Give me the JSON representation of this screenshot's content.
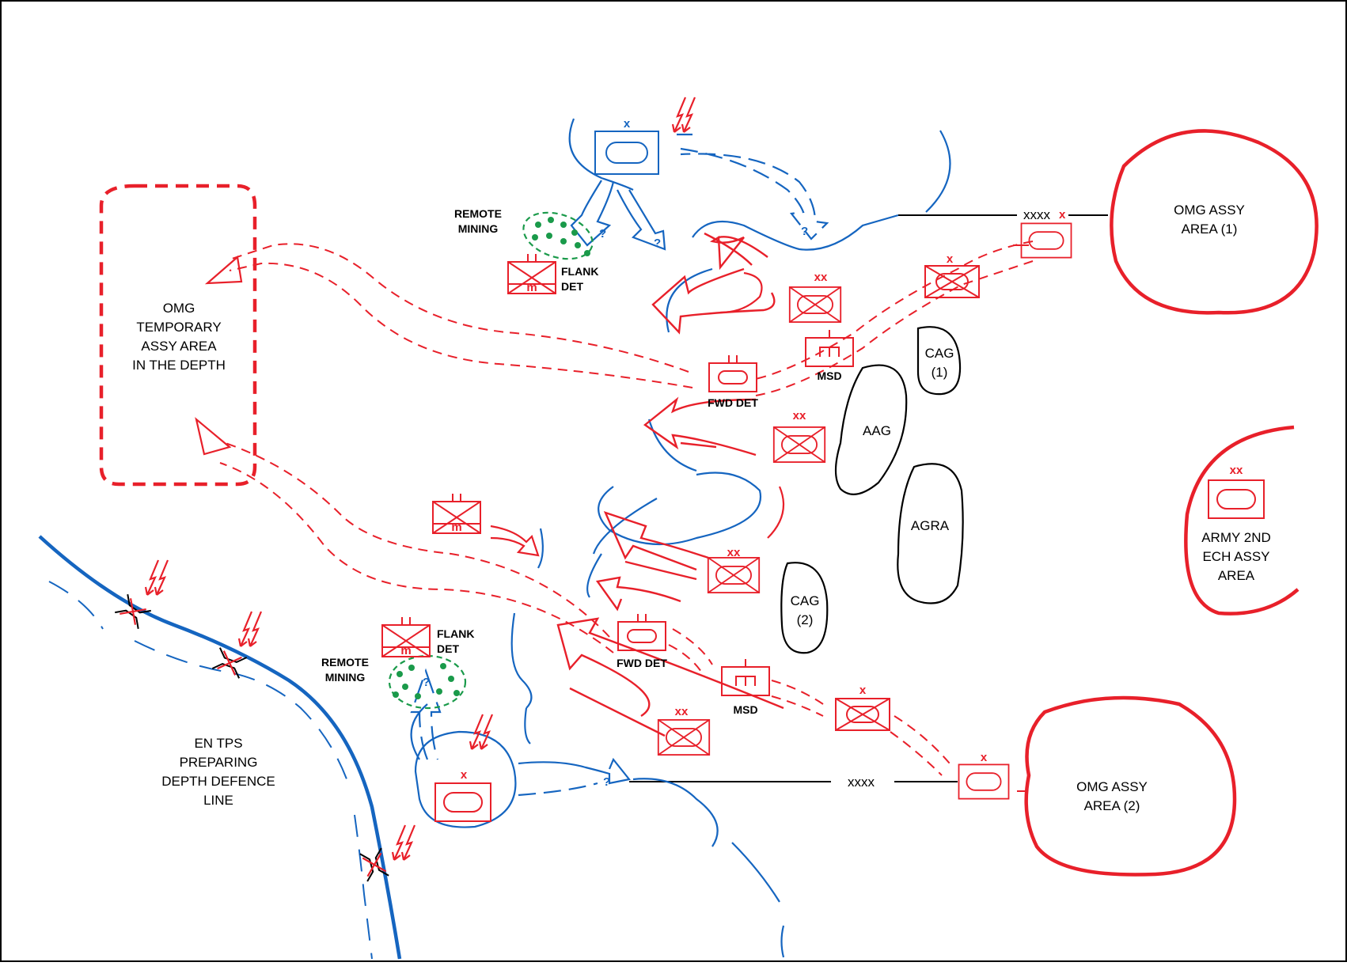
{
  "colors": {
    "friendly_red": "#e8202a",
    "enemy_blue": "#1565c0",
    "mining_green": "#1a9a4a",
    "outline_black": "#000000"
  },
  "areas": {
    "temporary": [
      "OMG",
      "TEMPORARY",
      "ASSY AREA",
      "IN THE DEPTH"
    ],
    "assy1": [
      "OMG ASSY",
      "AREA (1)"
    ],
    "assy2": [
      "OMG ASSY",
      "AREA (2)"
    ],
    "army2nd": [
      "ARMY 2ND",
      "ECH ASSY",
      "AREA"
    ],
    "enemy": [
      "EN TPS",
      "PREPARING",
      "DEPTH DEFENCE",
      "LINE"
    ]
  },
  "groups": {
    "cag1": [
      "CAG",
      "(1)"
    ],
    "cag2": [
      "CAG",
      "(2)"
    ],
    "aag": "AAG",
    "agra": "AGRA"
  },
  "units": {
    "fwd_det": "FWD DET",
    "msd": "MSD",
    "flank_det": [
      "FLANK",
      "DET"
    ],
    "remote_mining": [
      "REMOTE",
      "MINING"
    ],
    "division_echelon": "xx",
    "brigade_echelon": "x",
    "army_boundary": "xxxx",
    "mine_mark": "m",
    "unknown_mark": "?"
  },
  "icons": [
    "airstrike-arrows-icon",
    "bridge-demolished-icon",
    "armour-unit-icon",
    "mech-infantry-unit-icon"
  ]
}
